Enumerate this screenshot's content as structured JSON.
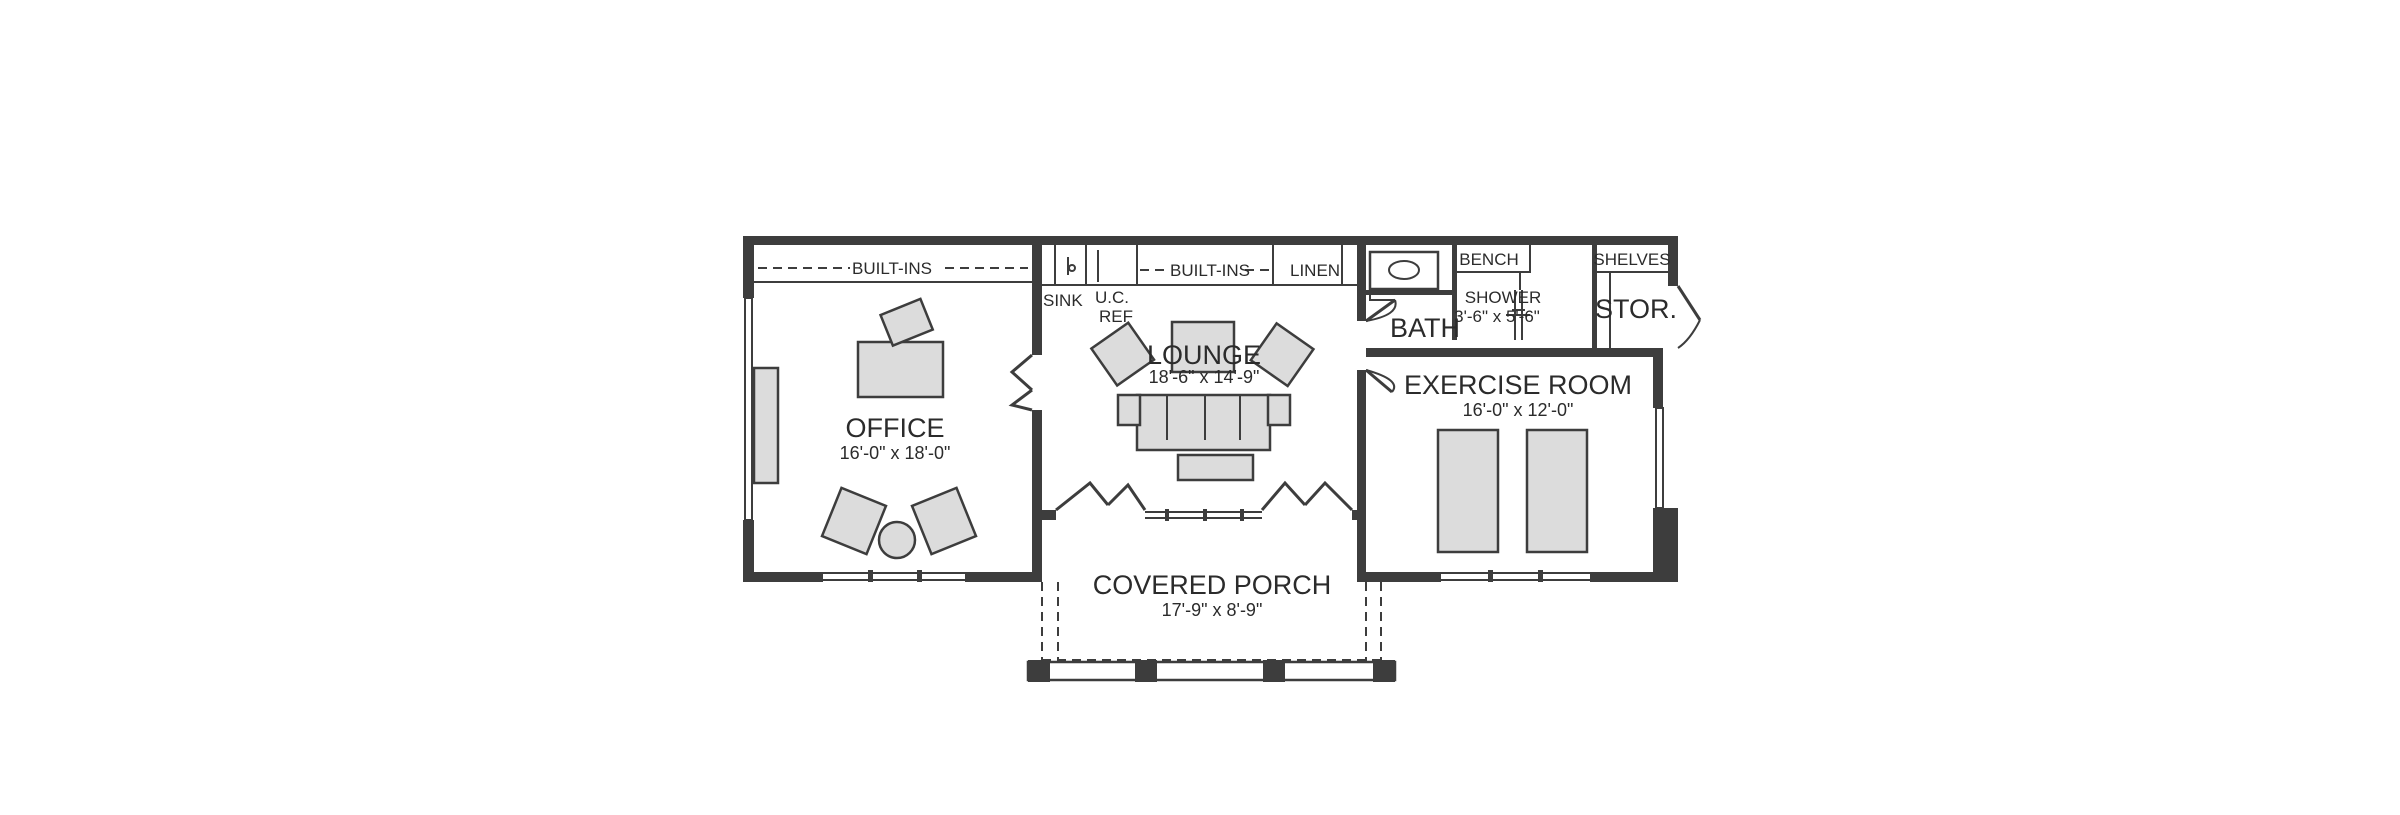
{
  "rooms": {
    "office": {
      "name": "OFFICE",
      "dims": "16'-0\" x 18'-0\""
    },
    "lounge": {
      "name": "LOUNGE",
      "dims": "18'-6\" x 14'-9\""
    },
    "exercise": {
      "name": "EXERCISE ROOM",
      "dims": "16'-0\" x 12'-0\""
    },
    "porch": {
      "name": "COVERED PORCH",
      "dims": "17'-9\" x 8'-9\""
    },
    "bath": {
      "name": "BATH"
    },
    "stor": {
      "name": "STOR."
    },
    "shower": {
      "name": "SHOWER",
      "dims": "3'-6\" x 5'-6\""
    }
  },
  "labels": {
    "builtins_left": "BUILT-INS",
    "builtins_mid": "BUILT-INS",
    "linen": "LINEN",
    "sink": "SINK",
    "uc_ref_line1": "U.C.",
    "uc_ref_line2": "REF",
    "bench": "BENCH",
    "shelves": "SHELVES"
  }
}
